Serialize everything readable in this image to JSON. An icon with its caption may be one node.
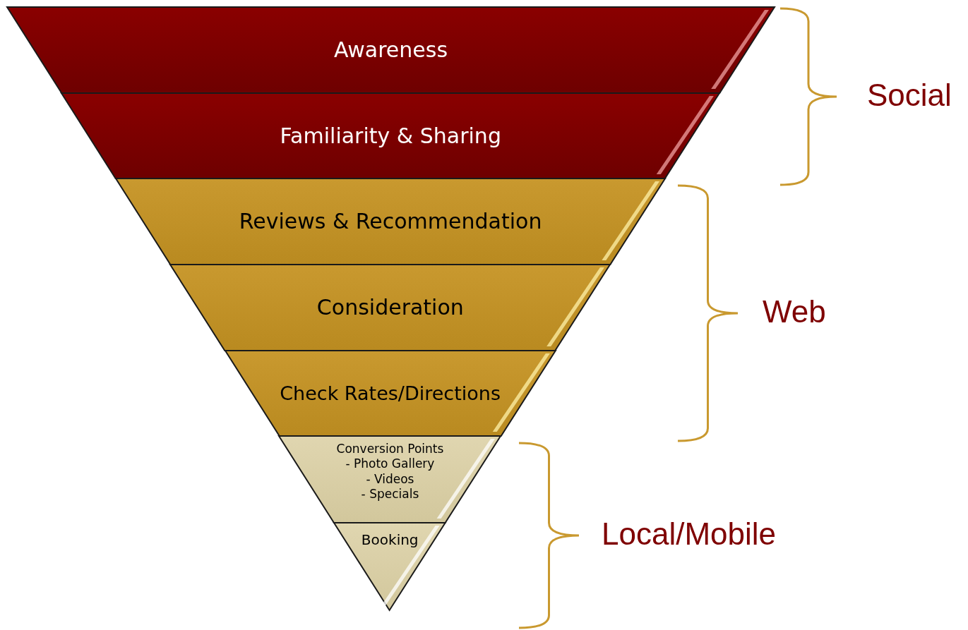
{
  "diagram": {
    "nodes": [
      {
        "text": [
          "Awareness"
        ]
      },
      {
        "text": [
          "Familiarity & Sharing"
        ]
      },
      {
        "text": [
          "Reviews & Recommendation"
        ]
      },
      {
        "text": [
          "Consideration"
        ]
      },
      {
        "text": [
          "Check Rates/Directions"
        ]
      },
      {
        "text": [
          "Conversion Points",
          "- Photo Gallery",
          "- Videos",
          "- Specials"
        ]
      },
      {
        "text": [
          "Booking"
        ]
      }
    ],
    "labels": [
      "Social",
      "Web",
      "Local/Mobile"
    ]
  }
}
